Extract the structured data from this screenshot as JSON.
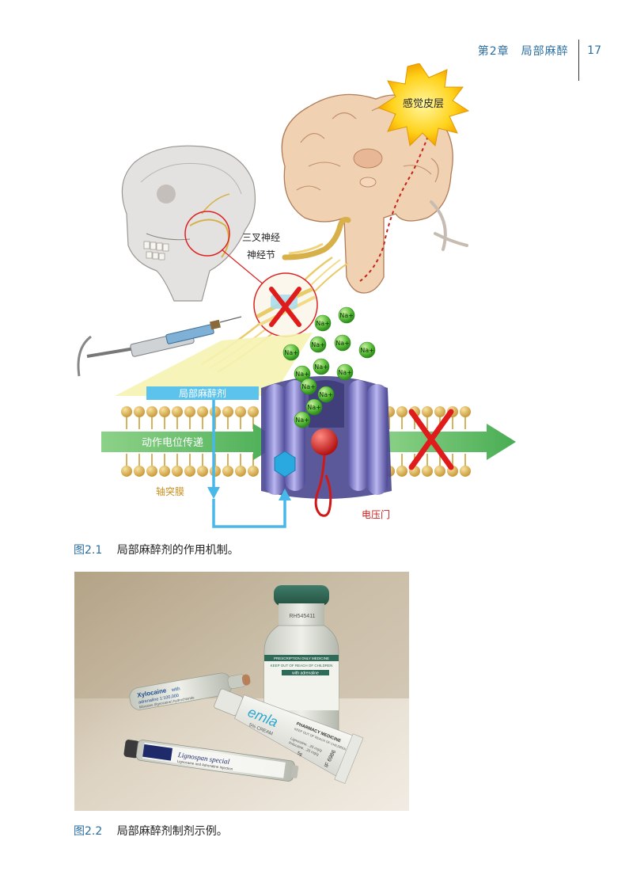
{
  "header": {
    "chapter": "第2章　局部麻醉",
    "page_number": "17"
  },
  "figure1": {
    "labels": {
      "sensory_cortex": "感觉皮层",
      "trigeminal_line1": "三叉神经",
      "trigeminal_line2": "神经节",
      "local_anesthetic": "局部麻醉剂",
      "action_potential": "动作电位传递",
      "axon_membrane": "轴突膜",
      "voltage_gate": "电压门",
      "sodium_ion": "Na+"
    },
    "caption": {
      "number": "图2.1",
      "text": "局部麻醉剂的作用机制。"
    }
  },
  "figure2": {
    "caption": {
      "number": "图2.2",
      "text": "局部麻醉剂制剂示例。"
    },
    "product_labels": {
      "vial_code": "RH545411",
      "vial_line1": "PRESCRIPTION ONLY MEDICINE",
      "vial_line2": "KEEP OUT OF REACH OF CHILDREN",
      "vial_line3": "with adrenaline",
      "ampoule_brand": "Xylocaine",
      "ampoule_line1": "with",
      "ampoule_line2": "adrenaline 1:100,000",
      "ampoule_line3": "lidocaine (lignocaine) hydrochloride",
      "emla_brand": "emla",
      "emla_line1": "PHARMACY MEDICINE",
      "emla_line2": "KEEP OUT OF REACH OF CHILDREN",
      "emla_strength": "5% CREAM",
      "emla_line3": "Lignocaine…25 mg/g",
      "emla_line4": "Prilocaine…25 mg/g",
      "emla_weight": "5g",
      "emla_batch": "IF 6986",
      "cartridge_brand": "Lignospan special",
      "cartridge_line1": "Lignocaine and Adrenaline Injection"
    }
  }
}
